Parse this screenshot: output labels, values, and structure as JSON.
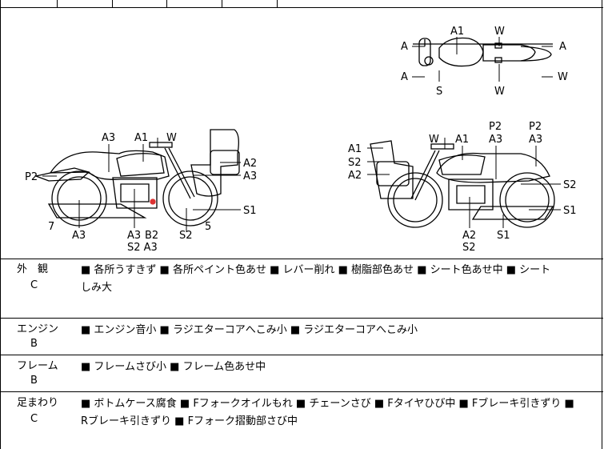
{
  "diagram_labels": {
    "top_view": {
      "a1": "A1",
      "w_top": "W",
      "a_left_top": "A",
      "a_left_bottom": "A",
      "a_right_top": "A",
      "w_right_bottom": "W",
      "s": "S",
      "w_bottom": "W"
    },
    "left_bike": {
      "a3_top": "A3",
      "a1": "A1",
      "w": "W",
      "p2": "P2",
      "a2": "A2",
      "a3_right": "A3",
      "s1": "S1",
      "seven": "7",
      "a3_bottom": "A3",
      "a3_mid": "A3",
      "b2": "B2",
      "s2a3": "S2 A3",
      "s2": "S2",
      "five": "5"
    },
    "right_bike": {
      "a1_left": "A1",
      "s2_left": "S2",
      "a2_left": "A2",
      "w": "W",
      "a1": "A1",
      "p2_a": "P2",
      "a3_a": "A3",
      "p2_b": "P2",
      "a3_b": "A3",
      "s2_right": "S2",
      "s1_right": "S1",
      "a2_bottom": "A2",
      "s2_bottom": "S2",
      "s1_bottom": "S1"
    }
  },
  "rows": [
    {
      "category": "外　観",
      "grade": "C",
      "line1": "■ 各所うすきず ■ 各所ペイント色あせ ■ レバー削れ ■ 樹脂部色あせ ■ シート色あせ中 ■ シート",
      "line2": "しみ大"
    },
    {
      "category": "エンジン",
      "grade": "B",
      "line1": "■ エンジン音小 ■ ラジエターコアへこみ小 ■ ラジエターコアへこみ小",
      "line2": ""
    },
    {
      "category": "フレーム",
      "grade": "B",
      "line1": "■ フレームさび小 ■ フレーム色あせ中",
      "line2": ""
    },
    {
      "category": "足まわり",
      "grade": "C",
      "line1": "■ ボトムケース腐食 ■ Fフォークオイルもれ ■ チェーンさび ■ Fタイヤひび中 ■ Fブレーキ引きずり ■",
      "line2": "Rブレーキ引きずり ■ Fフォーク摺動部さび中"
    }
  ]
}
